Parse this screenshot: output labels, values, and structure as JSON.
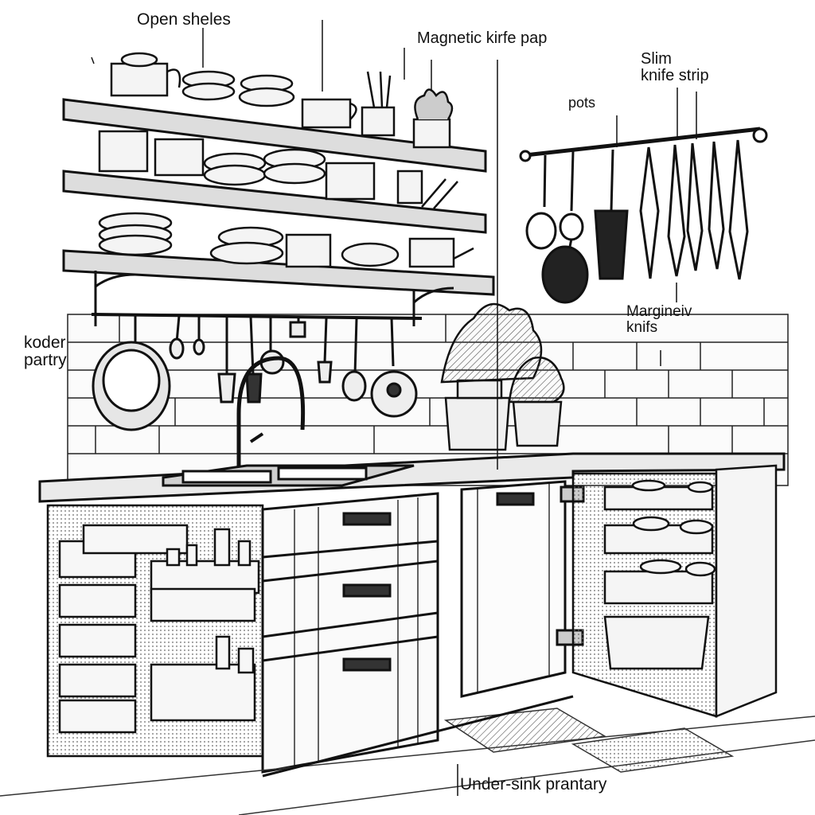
{
  "labels": {
    "open_shelves": "Open sheles",
    "magnetic_knife": "Magnetic kirfe pap",
    "slim_strip_line1": "Slim",
    "slim_strip_line2": "knife strip",
    "pots": "pots",
    "margin_knifs_line1": "Margineiv",
    "margin_knifs_line2": "knifs",
    "koder_line1": "koder",
    "koder_line2": "partry",
    "under_sink": "Under-sink prantary"
  },
  "colors": {
    "ink": "#111111",
    "paper": "#ffffff",
    "shade": "#9a9a9a"
  }
}
